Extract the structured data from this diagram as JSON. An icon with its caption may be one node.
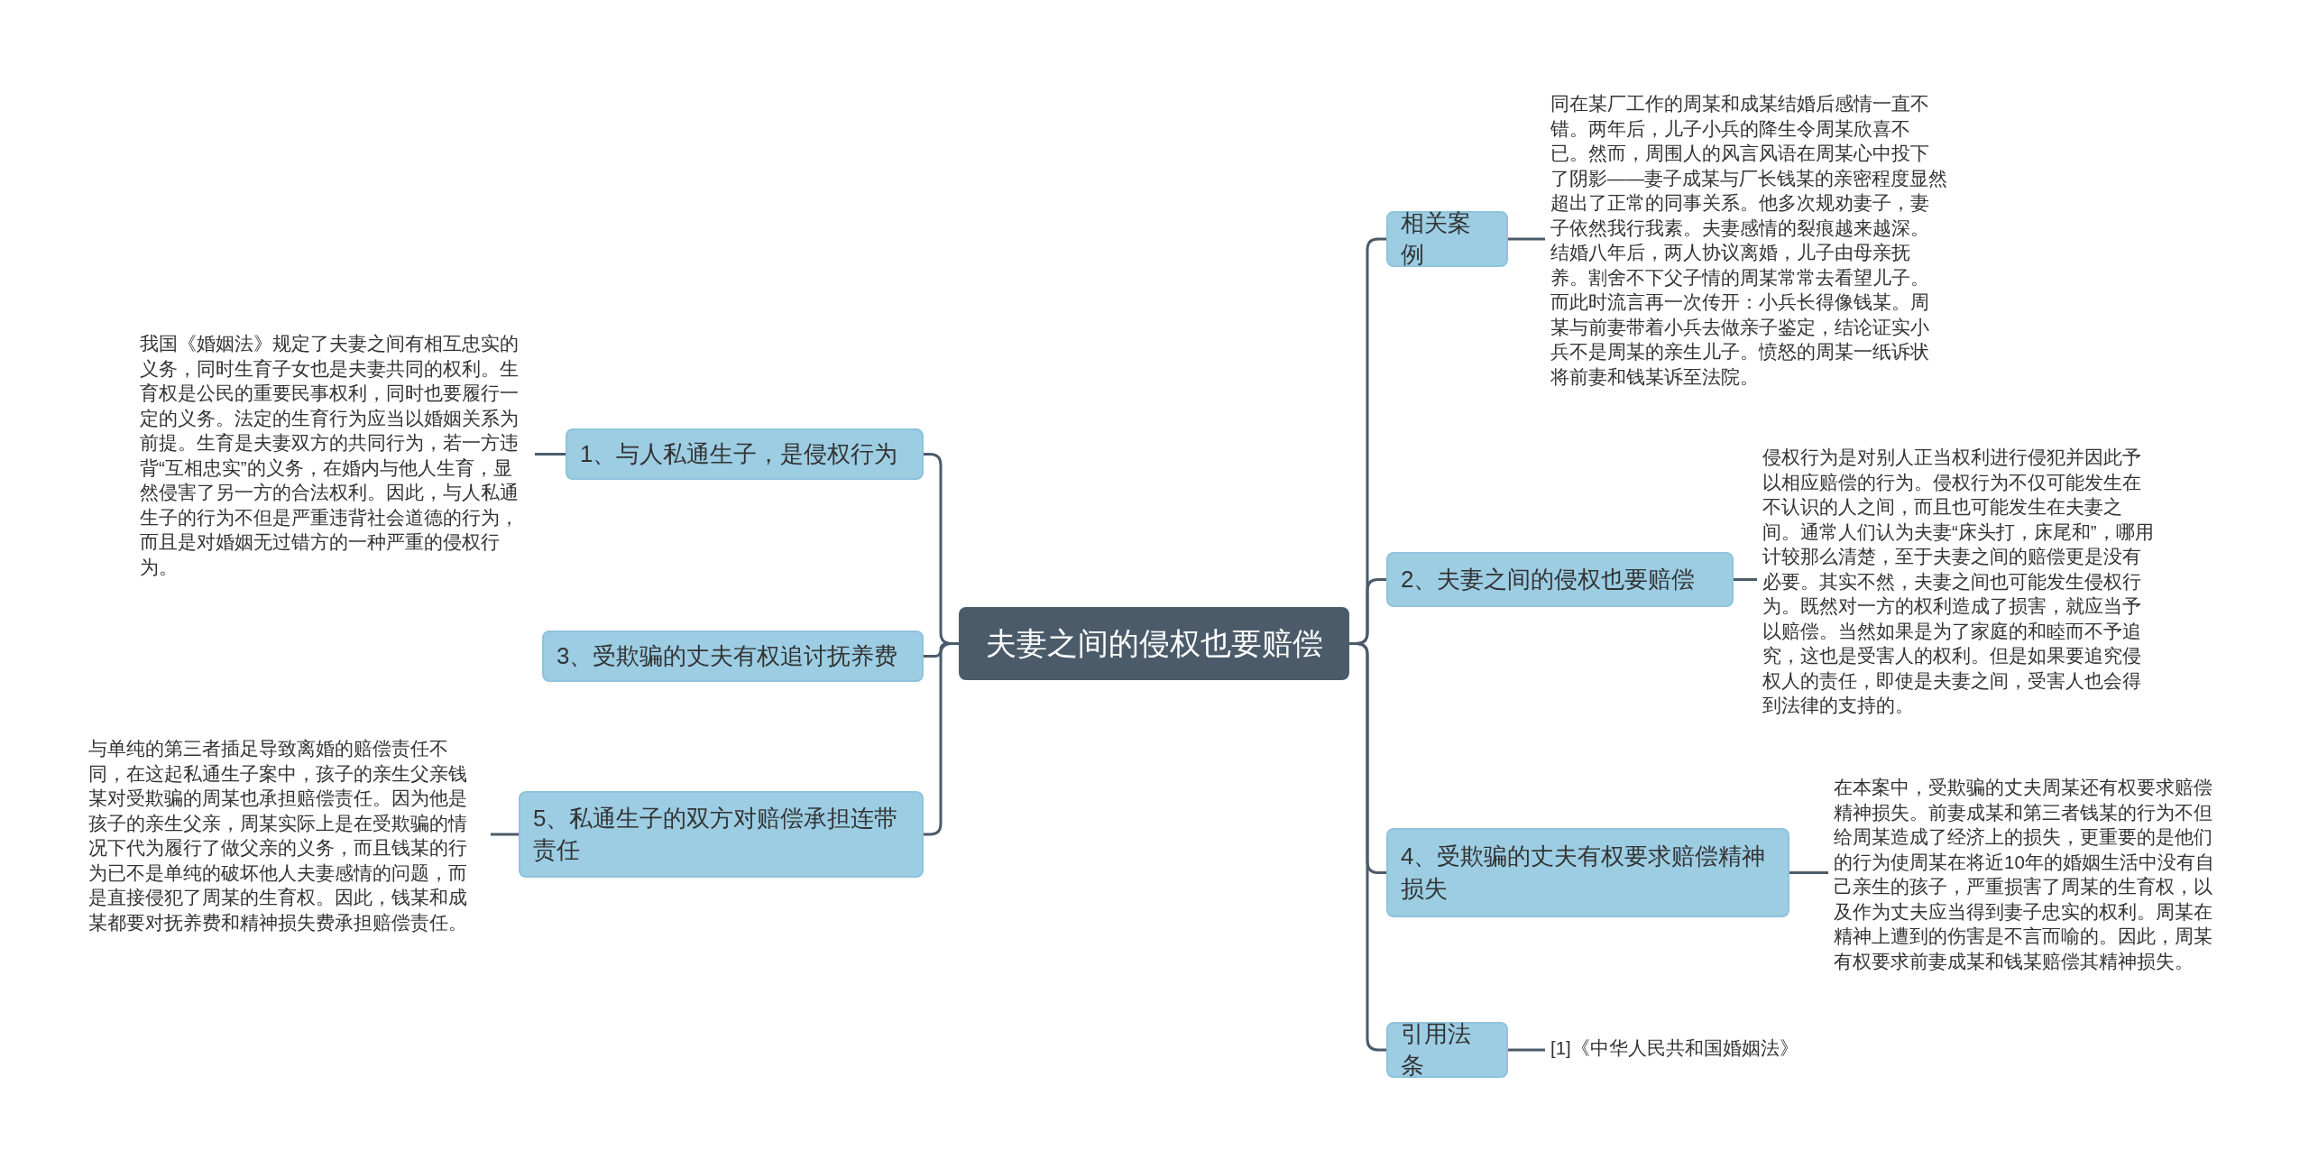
{
  "diagram": {
    "nodes": [
      {
        "text": [
          "夫妻之间的侵权也要赔偿"
        ]
      },
      {
        "text": [
          "1、与人私通生子，是侵权行为"
        ]
      },
      {
        "text": [
          "我国《婚姻法》规定了夫妻之间有相互忠实的义务，同时生育子女也是夫妻共同的权利。生育权是公民的重要民事权利，同时也要履行一定的义务。法定的生育行为应当以婚姻关系为前提。生育是夫妻双方的共同行为，若一方违背“互相忠实”的义务，在婚内与他人生育，显然侵害了另一方的合法权利。因此，与人私通生子的行为不但是严重违背社会道德的行为，而且是对婚姻无过错方的一种严重的侵权行为。"
        ]
      },
      {
        "text": [
          "3、受欺骗的丈夫有权追讨抚养费"
        ]
      },
      {
        "text": [
          "5、私通生子的双方对赔偿承担连带责任"
        ]
      },
      {
        "text": [
          "与单纯的第三者插足导致离婚的赔偿责任不同，在这起私通生子案中，孩子的亲生父亲钱某对受欺骗的周某也承担赔偿责任。因为他是孩子的亲生父亲，周某实际上是在受欺骗的情况下代为履行了做父亲的义务，而且钱某的行为已不是单纯的破坏他人夫妻感情的问题，而是直接侵犯了周某的生育权。因此，钱某和成某都要对抚养费和精神损失费承担赔偿责任。"
        ]
      },
      {
        "text": [
          "相关案例"
        ]
      },
      {
        "text": [
          "同在某厂工作的周某和成某结婚后感情一直不错。两年后，儿子小兵的降生令周某欣喜不已。然而，周围人的风言风语在周某心中投下了阴影——妻子成某与厂长钱某的亲密程度显然超出了正常的同事关系。他多次规劝妻子，妻子依然我行我素。夫妻感情的裂痕越来越深。结婚八年后，两人协议离婚，儿子由母亲抚养。割舍不下父子情的周某常常去看望儿子。而此时流言再一次传开：小兵长得像钱某。周某与前妻带着小兵去做亲子鉴定，结论证实小兵不是周某的亲生儿子。愤怒的周某一纸诉状将前妻和钱某诉至法院。"
        ]
      },
      {
        "text": [
          "2、夫妻之间的侵权也要赔偿"
        ]
      },
      {
        "text": [
          "侵权行为是对别人正当权利进行侵犯并因此予以相应赔偿的行为。侵权行为不仅可能发生在不认识的人之间，而且也可能发生在夫妻之间。通常人们认为夫妻“床头打，床尾和”，哪用计较那么清楚，至于夫妻之间的赔偿更是没有必要。其实不然，夫妻之间也可能发生侵权行为。既然对一方的权利造成了损害，就应当予以赔偿。当然如果是为了家庭的和睦而不予追究，这也是受害人的权利。但是如果要追究侵权人的责任，即使是夫妻之间，受害人也会得到法律的支持的。"
        ]
      },
      {
        "text": [
          "4、受欺骗的丈夫有权要求赔偿精神损失"
        ]
      },
      {
        "text": [
          "在本案中，受欺骗的丈夫周某还有权要求赔偿精神损失。前妻成某和第三者钱某的行为不但给周某造成了经济上的损失，更重要的是他们的行为使周某在将近10年的婚姻生活中没有自己亲生的孩子，严重损害了周某的生育权，以及作为丈夫应当得到妻子忠实的权利。周某在精神上遭到的伤害是不言而喻的。因此，周某有权要求前妻成某和钱某赔偿其精神损失。"
        ]
      },
      {
        "text": [
          "引用法条"
        ]
      },
      {
        "text": [
          "[1]《中华人民共和国婚姻法》"
        ]
      }
    ],
    "edges": [
      {
        "from": 0,
        "to": 1,
        "arrow": "none"
      },
      {
        "from": 0,
        "to": 3,
        "arrow": "none"
      },
      {
        "from": 0,
        "to": 4,
        "arrow": "none"
      },
      {
        "from": 1,
        "to": 2,
        "arrow": "none"
      },
      {
        "from": 4,
        "to": 5,
        "arrow": "none"
      },
      {
        "from": 0,
        "to": 6,
        "arrow": "none"
      },
      {
        "from": 0,
        "to": 8,
        "arrow": "none"
      },
      {
        "from": 0,
        "to": 10,
        "arrow": "none"
      },
      {
        "from": 0,
        "to": 12,
        "arrow": "none"
      },
      {
        "from": 6,
        "to": 7,
        "arrow": "none"
      },
      {
        "from": 8,
        "to": 9,
        "arrow": "none"
      },
      {
        "from": 10,
        "to": 11,
        "arrow": "none"
      },
      {
        "from": 12,
        "to": 13,
        "arrow": "none"
      }
    ]
  }
}
